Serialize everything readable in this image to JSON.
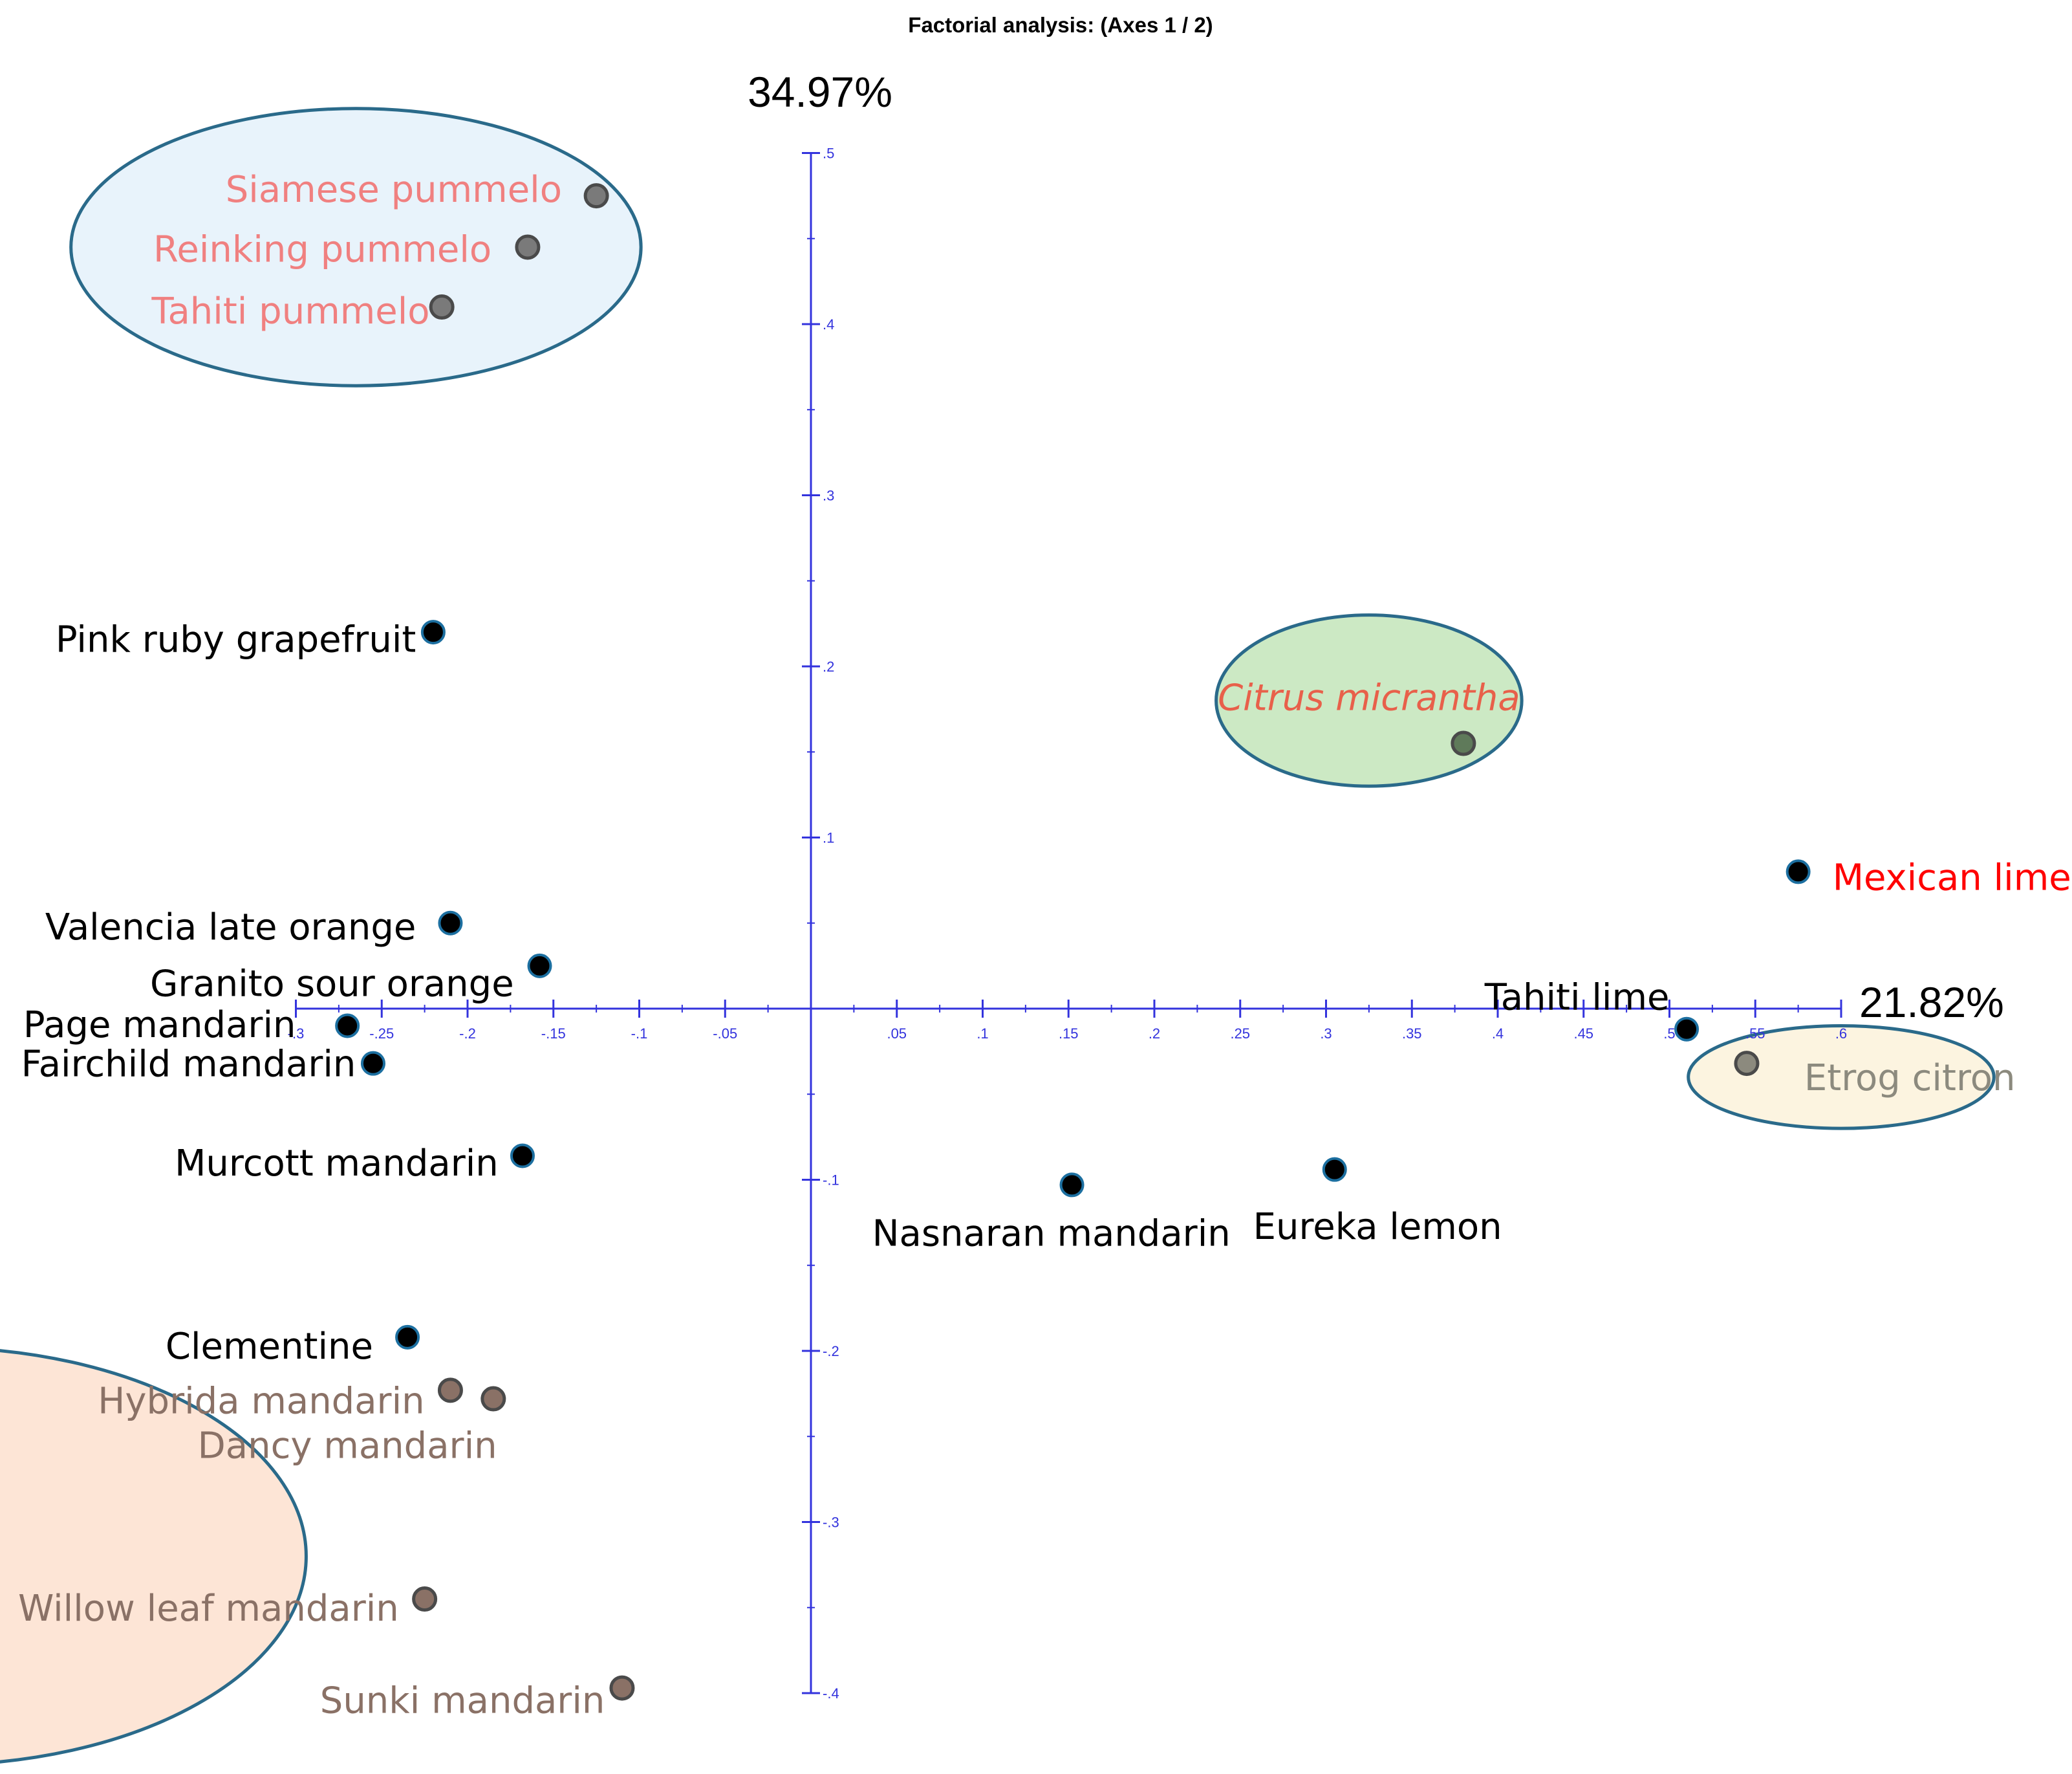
{
  "chart_data": {
    "type": "scatter",
    "title": "Factorial analysis: (Axes 1 / 2)",
    "x_axis_label": "21.82%",
    "y_axis_label": "34.97%",
    "xlim": [
      -0.3,
      0.6
    ],
    "ylim": [
      -0.4,
      0.5
    ],
    "x_ticks": [
      "-.3",
      "-.25",
      "-.2",
      "-.15",
      "-.1",
      "-.05",
      ".05",
      ".1",
      ".15",
      ".2",
      ".25",
      ".3",
      ".35",
      ".4",
      ".45",
      ".5",
      ".55",
      ".6"
    ],
    "y_ticks": [
      ".5",
      ".4",
      ".3",
      ".2",
      ".1",
      "-.1",
      "-.2",
      "-.3",
      "-.4"
    ],
    "grid": false,
    "colors": {
      "axis": "#3333dd",
      "black_point": "#000000",
      "grey_point": "#7a7a7a",
      "brown_point": "#8a7166",
      "olive_point": "#5f7a5a",
      "tan_point": "#8c8a7e",
      "black_label": "#000000",
      "pink_label": "#f08080",
      "brown_label": "#8a7166",
      "red_label": "#ff0000",
      "olive_label": "#8c8a7e",
      "micrantha_label": "#e8604a"
    },
    "groups": [
      {
        "name": "pummelo",
        "fill": "#e8f3fb",
        "stroke": "#2a6a8a",
        "center": [
          -0.265,
          0.445
        ],
        "radii": [
          0.166,
          0.081
        ]
      },
      {
        "name": "micrantha",
        "fill": "#cce9c4",
        "stroke": "#2a6a8a",
        "center": [
          0.325,
          0.18
        ],
        "radii": [
          0.089,
          0.05
        ]
      },
      {
        "name": "citron",
        "fill": "#fcf4e0",
        "stroke": "#2a6a8a",
        "center": [
          0.6,
          -0.04
        ],
        "radii": [
          0.089,
          0.03
        ]
      },
      {
        "name": "mandarin",
        "fill": "#fde5d6",
        "stroke": "#2a6a8a",
        "center": [
          -0.51,
          -0.32
        ],
        "radii": [
          0.216,
          0.122
        ]
      }
    ],
    "points": [
      {
        "label": "Siamese pummelo",
        "x": -0.125,
        "y": 0.475,
        "color": "grey",
        "label_color": "pink",
        "anchor": "end",
        "lx": -0.145,
        "ly": 0.479
      },
      {
        "label": "Reinking pummelo",
        "x": -0.165,
        "y": 0.445,
        "color": "grey",
        "label_color": "pink",
        "anchor": "end",
        "lx": -0.186,
        "ly": 0.444
      },
      {
        "label": "Tahiti pummelo",
        "x": -0.215,
        "y": 0.41,
        "color": "grey",
        "label_color": "pink",
        "anchor": "end",
        "lx": -0.222,
        "ly": 0.408
      },
      {
        "label": "Pink ruby grapefruit",
        "x": -0.22,
        "y": 0.22,
        "color": "black",
        "label_color": "black",
        "anchor": "end",
        "lx": -0.23,
        "ly": 0.216
      },
      {
        "label": "Citrus micrantha",
        "x": 0.38,
        "y": 0.155,
        "color": "olive",
        "label_color": "micrantha",
        "anchor": "middle",
        "lx": 0.325,
        "ly": 0.182,
        "italic": true
      },
      {
        "label": "Mexican lime",
        "x": 0.575,
        "y": 0.08,
        "color": "black",
        "label_color": "red",
        "anchor": "start",
        "lx": 0.595,
        "ly": 0.077
      },
      {
        "label": "Valencia late orange",
        "x": -0.21,
        "y": 0.05,
        "color": "black",
        "label_color": "black",
        "anchor": "end",
        "lx": -0.23,
        "ly": 0.048
      },
      {
        "label": "Granito sour orange",
        "x": -0.158,
        "y": 0.025,
        "color": "black",
        "label_color": "black",
        "anchor": "end",
        "lx": -0.173,
        "ly": 0.015
      },
      {
        "label": "Tahiti lime",
        "x": 0.51,
        "y": -0.012,
        "color": "black",
        "label_color": "black",
        "anchor": "end",
        "lx": 0.5,
        "ly": 0.007
      },
      {
        "label": "Page mandarin",
        "x": -0.27,
        "y": -0.01,
        "color": "black",
        "label_color": "black",
        "anchor": "end",
        "lx": -0.3,
        "ly": -0.009
      },
      {
        "label": "Etrog citron",
        "x": 0.545,
        "y": -0.032,
        "color": "tan",
        "label_color": "olive",
        "anchor": "middle",
        "lx": 0.64,
        "ly": -0.04
      },
      {
        "label": "Fairchild mandarin",
        "x": -0.255,
        "y": -0.032,
        "color": "black",
        "label_color": "black",
        "anchor": "end",
        "lx": -0.265,
        "ly": -0.032
      },
      {
        "label": "Murcott mandarin",
        "x": -0.168,
        "y": -0.086,
        "color": "black",
        "label_color": "black",
        "anchor": "end",
        "lx": -0.182,
        "ly": -0.09
      },
      {
        "label": "Eureka lemon",
        "x": 0.305,
        "y": -0.094,
        "color": "black",
        "label_color": "black",
        "anchor": "middle",
        "lx": 0.33,
        "ly": -0.127
      },
      {
        "label": "Nasnaran mandarin",
        "x": 0.152,
        "y": -0.103,
        "color": "black",
        "label_color": "black",
        "anchor": "middle",
        "lx": 0.14,
        "ly": -0.131
      },
      {
        "label": "Clementine",
        "x": -0.235,
        "y": -0.192,
        "color": "black",
        "label_color": "black",
        "anchor": "end",
        "lx": -0.255,
        "ly": -0.197
      },
      {
        "label": "Hybrida mandarin",
        "x": -0.21,
        "y": -0.223,
        "color": "brown",
        "label_color": "brown",
        "anchor": "end",
        "lx": -0.225,
        "ly": -0.229
      },
      {
        "label": "Dancy mandarin",
        "x": -0.185,
        "y": -0.228,
        "color": "brown",
        "label_color": "brown",
        "anchor": "middle",
        "lx": -0.27,
        "ly": -0.255
      },
      {
        "label": "Willow leaf mandarin",
        "x": -0.225,
        "y": -0.345,
        "color": "brown",
        "label_color": "brown",
        "anchor": "end",
        "lx": -0.24,
        "ly": -0.35
      },
      {
        "label": "Sunki mandarin",
        "x": -0.11,
        "y": -0.397,
        "color": "brown",
        "label_color": "brown",
        "anchor": "end",
        "lx": -0.12,
        "ly": -0.404
      }
    ]
  }
}
